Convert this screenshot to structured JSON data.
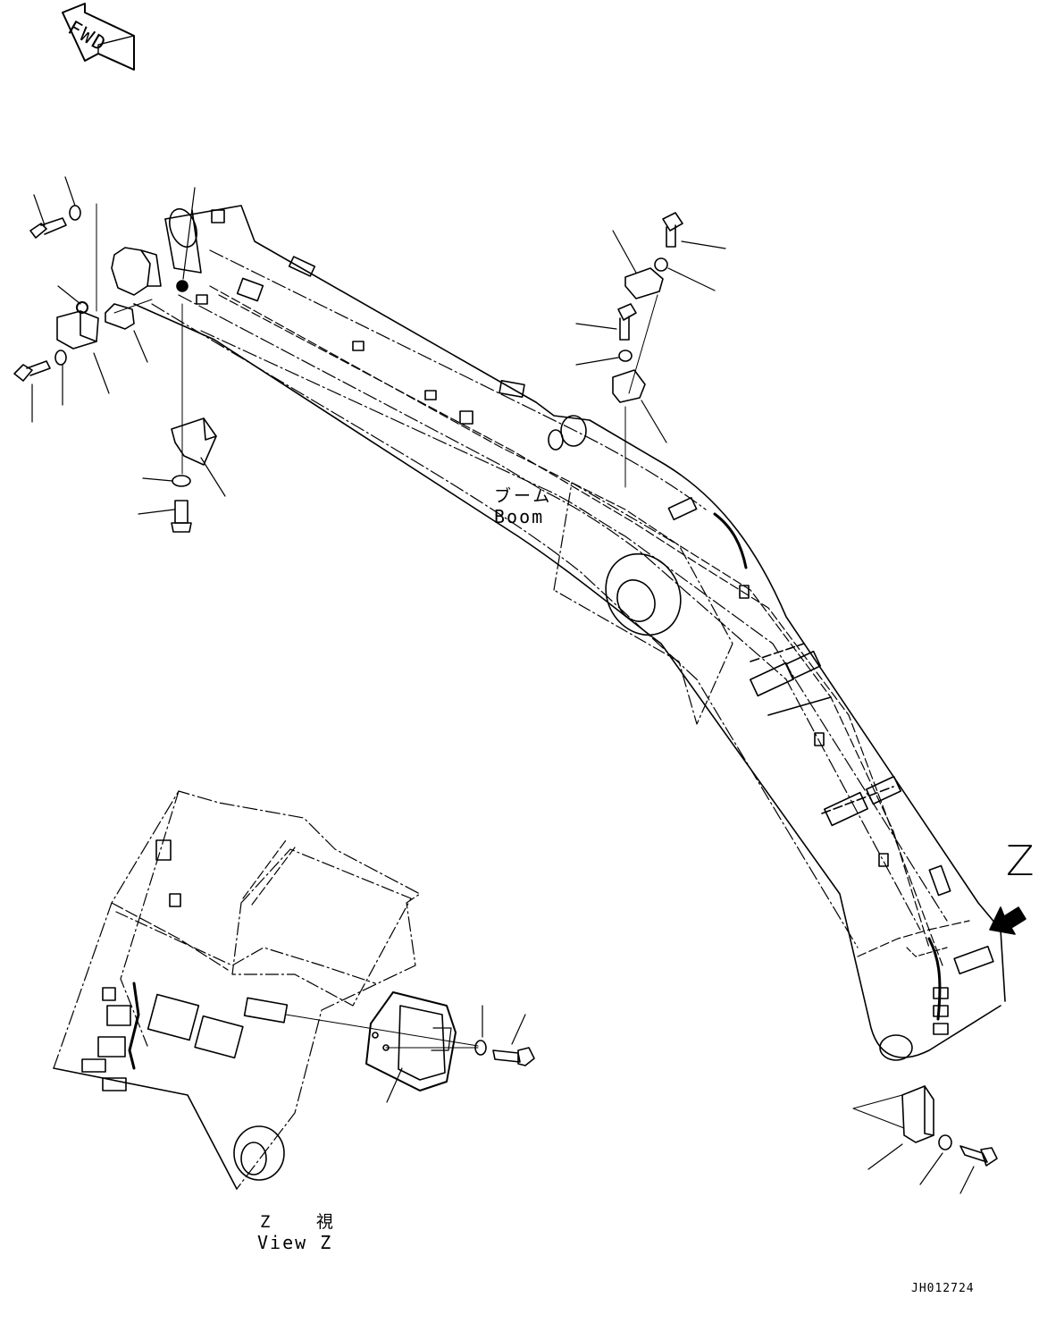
{
  "labels": {
    "fwd": "FWD",
    "boom_ja": "ブーム",
    "boom_en": "Boom",
    "view_marker": "Z",
    "view_ja": "Z 視",
    "view_en": "View Z",
    "drawing_code": "JH012724"
  },
  "colors": {
    "line": "#000000",
    "background": "#ffffff"
  }
}
